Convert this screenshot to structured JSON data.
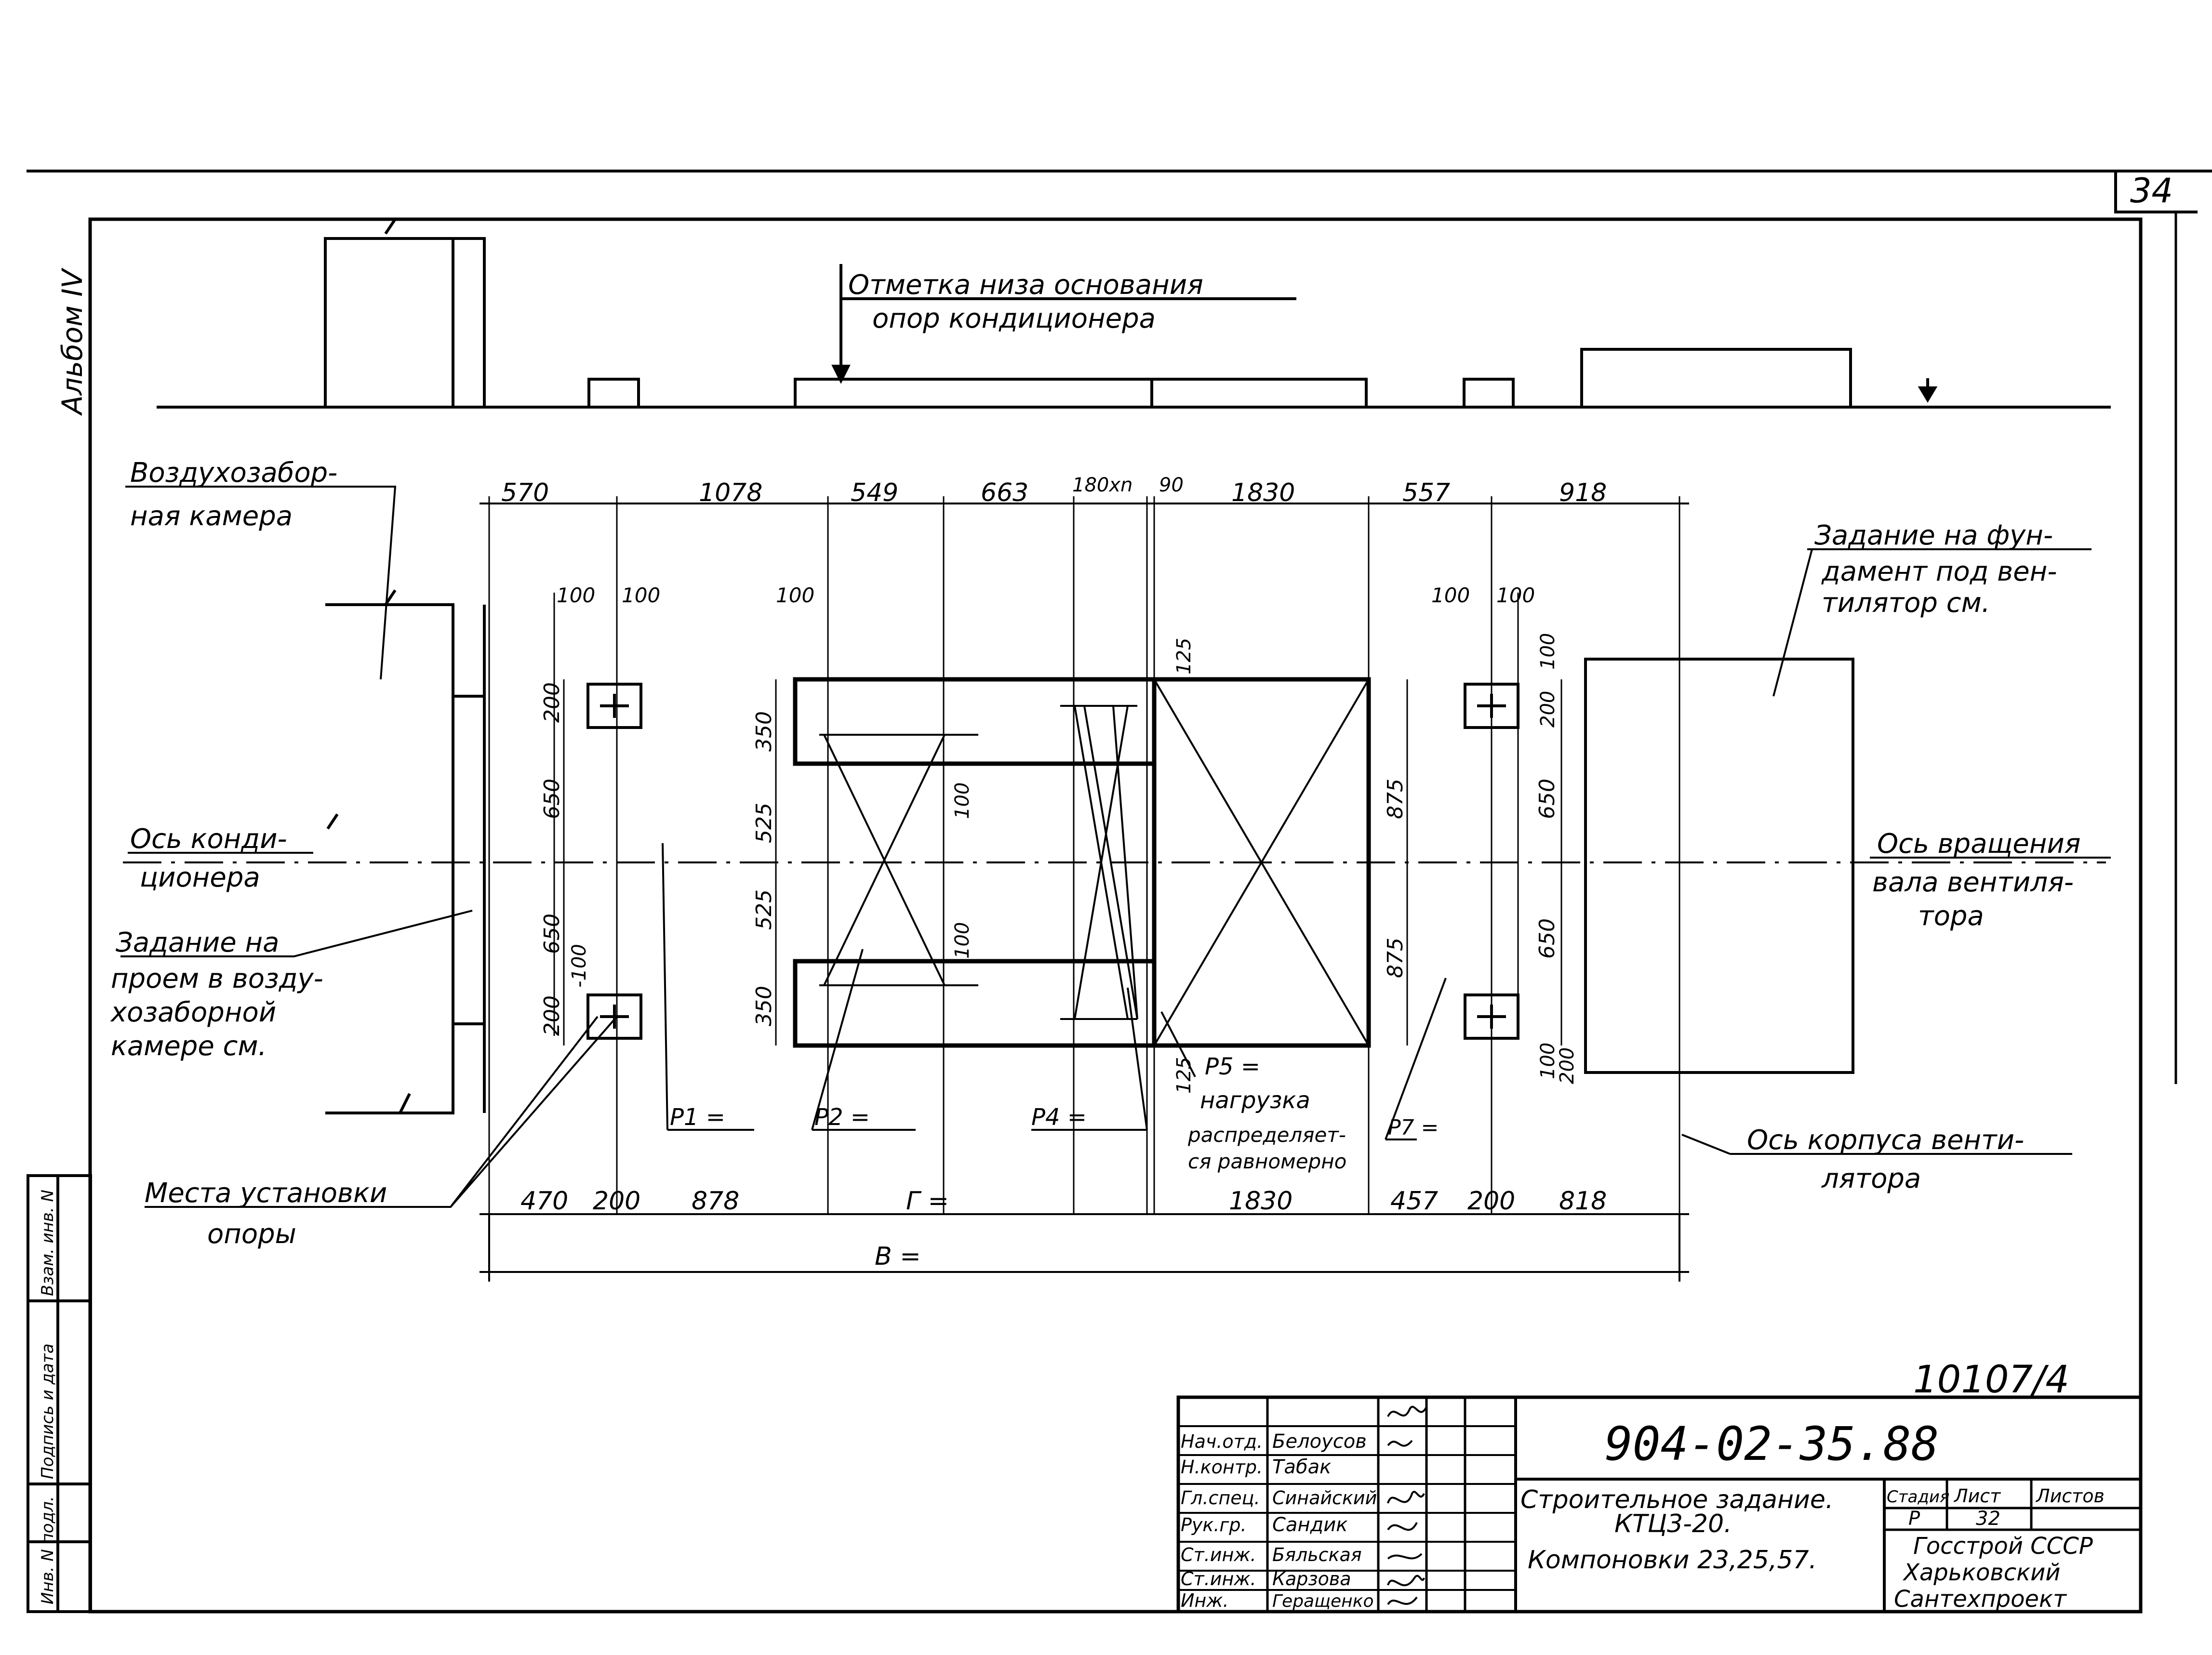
{
  "sheet_number": "34",
  "album_label": "Альбом IV",
  "stamp_note": "10107/4",
  "side_stamp": {
    "inv_no": "Инв. N подл.",
    "signature_date": "Подпись и дата",
    "replace_inv": "Взам. инв. N"
  },
  "notes": {
    "base_mark": [
      "Отметка низа основания",
      "опор кондиционера"
    ],
    "air_chamber": [
      "Воздухозабор-",
      "ная камера"
    ],
    "fan_foundation": [
      "Задание на фун-",
      "дамент под вен-",
      "тилятор см."
    ],
    "conditioner_axis": [
      "Ось конди-",
      "ционера"
    ],
    "fan_shaft_axis": [
      "Ось вращения",
      "вала вентиля-",
      "тора"
    ],
    "opening_task": [
      "Задание на",
      "проем в возду-",
      "хозаборной",
      "камере см."
    ],
    "support_places": [
      "Места установки",
      "опоры"
    ],
    "fan_housing_axis": [
      "Ось корпуса венти-",
      "лятора"
    ],
    "p5_note": [
      "P5 =",
      "нагрузка",
      "распределяет-",
      "ся равномерно"
    ]
  },
  "top_dims": [
    "570",
    "1078",
    "549",
    "663",
    "180xn",
    "90",
    "1830",
    "557",
    "918"
  ],
  "bottom_dims": [
    "470",
    "200",
    "878",
    "Г =",
    "1830",
    "457",
    "200",
    "818"
  ],
  "overall_dim": "В =",
  "small_dims": {
    "d100": "100",
    "d200": "200",
    "d650": "650",
    "d350": "350",
    "d525": "525",
    "d875": "875",
    "d125": "125",
    "dm100": "-100"
  },
  "loads": [
    "P1 =",
    "P2 =",
    "P4 =",
    "P7 ="
  ],
  "title_block": {
    "doc_code": "904-02-35.88",
    "title_line1": "Строительное задание.",
    "title_line2": "КТЦ3-20.",
    "title_line3": "Компоновки 23,25,57.",
    "stage_hdr": "Стадия",
    "sheet_hdr": "Лист",
    "sheets_hdr": "Листов",
    "stage": "Р",
    "sheet": "32",
    "org_line1": "Госстрой СССР",
    "org_line2": "Харьковский",
    "org_line3": "Сантехпроект",
    "roles": [
      "Нач.отд.",
      "Н.контр.",
      "Гл.спец.",
      "Рук.гр.",
      "Ст.инж.",
      "Ст.инж.",
      "Инж."
    ],
    "names": [
      "Белоусов",
      "Табак",
      "Синайский",
      "Сандик",
      "Бяльская",
      "Карзова",
      "Геращенко"
    ]
  }
}
